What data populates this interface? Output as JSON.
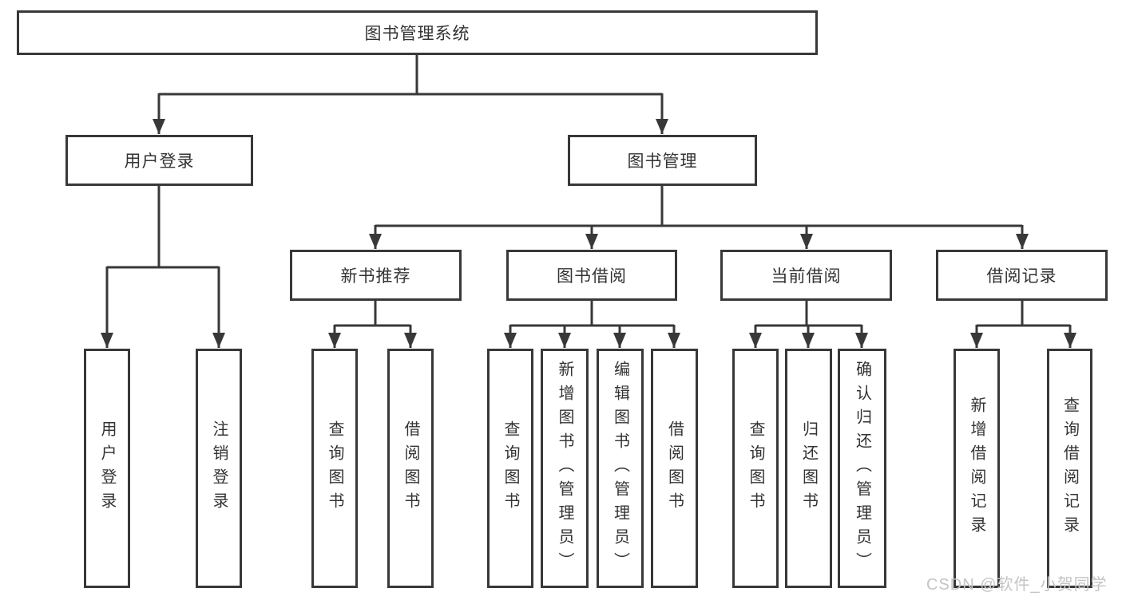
{
  "diagram_type": "hierarchy-tree",
  "tree": {
    "root": "图书管理系统",
    "children": [
      {
        "label": "用户登录",
        "children": [
          "用户登录",
          "注销登录"
        ]
      },
      {
        "label": "图书管理",
        "children": [
          {
            "label": "新书推荐",
            "children": [
              "查询图书",
              "借阅图书"
            ]
          },
          {
            "label": "图书借阅",
            "children": [
              "查询图书",
              "新增图书（管理员）",
              "编辑图书（管理员）",
              "借阅图书"
            ]
          },
          {
            "label": "当前借阅",
            "children": [
              "查询图书",
              "归还图书",
              "确认归还（管理员）"
            ]
          },
          {
            "label": "借阅记录",
            "children": [
              "新增借阅记录",
              "查询借阅记录"
            ]
          }
        ]
      }
    ]
  },
  "watermark": {
    "text": "CSDN @软件_小贺同学"
  },
  "colors": {
    "line": "#383838",
    "text": "#333333",
    "background": "#ffffff",
    "watermark": "#c4c4c4"
  }
}
